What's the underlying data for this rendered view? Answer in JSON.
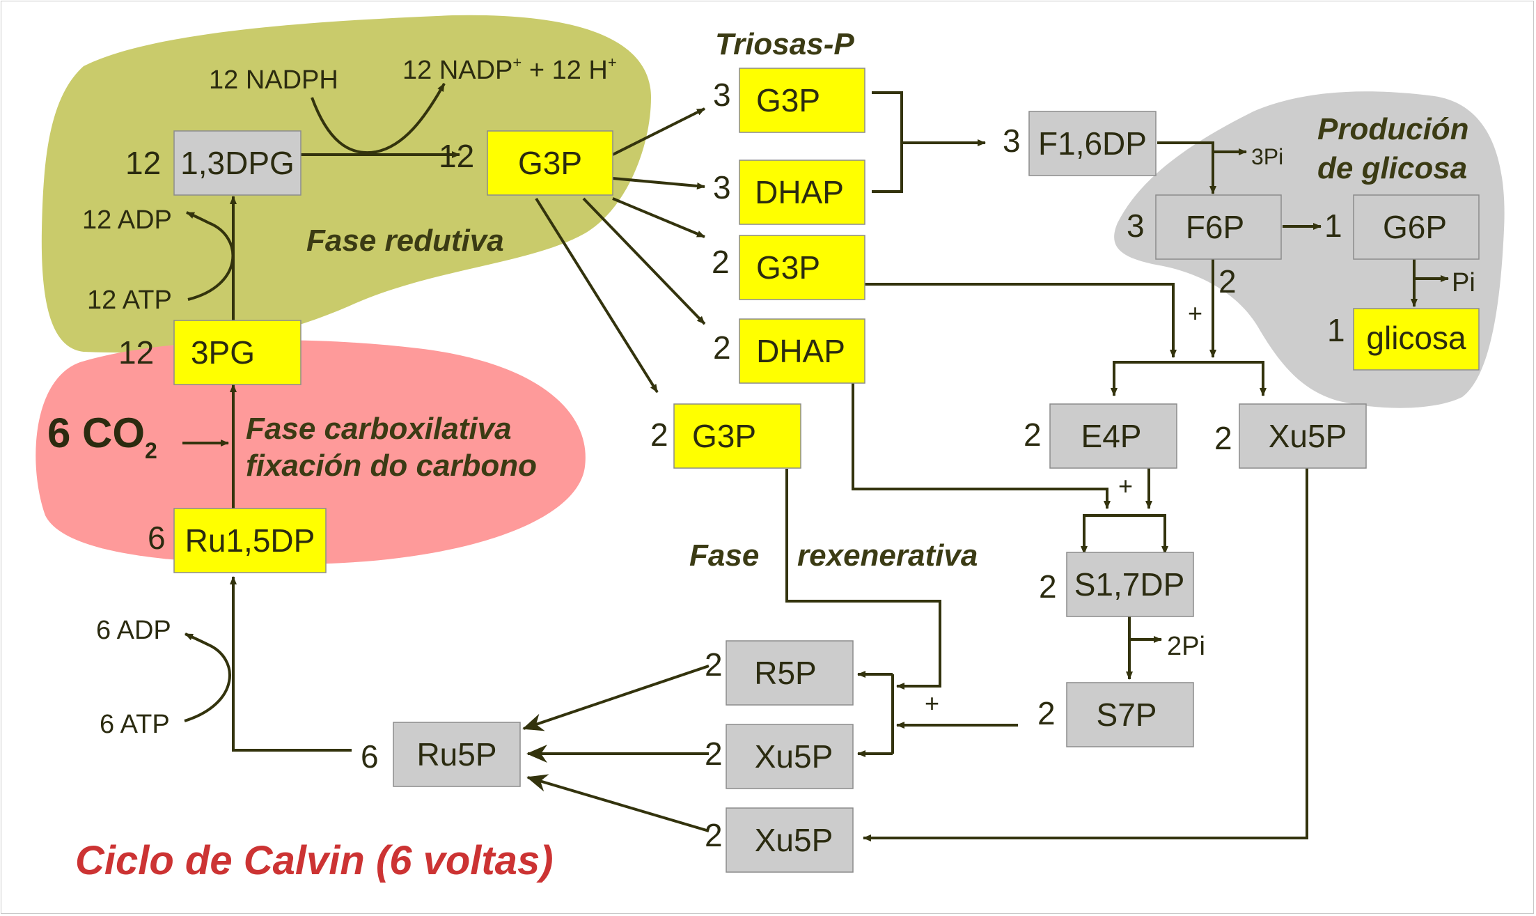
{
  "phases": {
    "reductive": "Fase redutiva",
    "carboxylative_1": "Fase carboxilativa",
    "carboxylative_2": "fixación do carbono",
    "regenerative_1": "Fase",
    "regenerative_2": "rexenerativa",
    "glucose_1": "Produción",
    "glucose_2": "de glicosa",
    "trioses": "Triosas-P"
  },
  "title": "Ciclo de Calvin (6 voltas)",
  "co2": {
    "label": "6 CO",
    "sub": "2"
  },
  "cofactors": {
    "nadph": "12 NADPH",
    "nadp_a": "12 NADP",
    "nadp_sup": "+",
    "nadp_b": " + 12 H",
    "h_sup": "+",
    "adp12": "12 ADP",
    "atp12": "12 ATP",
    "adp6": "6 ADP",
    "atp6": "6 ATP",
    "pi3": "3Pi",
    "pi2": "2Pi",
    "pi": "Pi"
  },
  "plus": "+",
  "colors": {
    "yellow": "#ffff00",
    "gray": "#cccccc",
    "olive": "#c9cb6b",
    "pink": "#fe9a9a",
    "shadeGray": "#cdcdcd",
    "title": "#cc3333"
  },
  "nodes": {
    "dpg": {
      "label": "1,3DPG",
      "coef": "12"
    },
    "g3p12": {
      "label": "G3P",
      "coef": "12"
    },
    "pg3": {
      "label": "3PG",
      "coef": "12"
    },
    "rubp": {
      "label": "Ru1,5DP",
      "coef": "6"
    },
    "ru5p": {
      "label": "Ru5P",
      "coef": "6"
    },
    "g3p_a": {
      "label": "G3P",
      "coef": "3"
    },
    "dhap_a": {
      "label": "DHAP",
      "coef": "3"
    },
    "g3p_b": {
      "label": "G3P",
      "coef": "2"
    },
    "dhap_b": {
      "label": "DHAP",
      "coef": "2"
    },
    "g3p_c": {
      "label": "G3P",
      "coef": "2"
    },
    "f16dp": {
      "label": "F1,6DP",
      "coef": "3"
    },
    "f6p": {
      "label": "F6P",
      "coef": "3"
    },
    "g6p": {
      "label": "G6P",
      "coef": "1"
    },
    "glucose": {
      "label": "glicosa",
      "coef": "1"
    },
    "e4p": {
      "label": "E4P",
      "coef": "2"
    },
    "xu5p_r": {
      "label": "Xu5P",
      "coef": "2"
    },
    "s17dp": {
      "label": "S1,7DP",
      "coef": "2"
    },
    "s7p": {
      "label": "S7P",
      "coef": "2"
    },
    "r5p": {
      "label": "R5P",
      "coef": "2"
    },
    "xu5p_m": {
      "label": "Xu5P",
      "coef": "2"
    },
    "xu5p_b": {
      "label": "Xu5P",
      "coef": "2"
    }
  },
  "f6p_split_coef": "2"
}
